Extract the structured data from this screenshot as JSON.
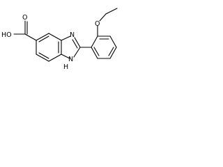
{
  "molecule": {
    "atoms": {
      "hydroxyl": "HO",
      "carbonyl_oxygen": "O",
      "imidazole_nitrogen": "N",
      "nh": "H",
      "nh_nitrogen": "N",
      "ether_oxygen": "O"
    },
    "colors": {
      "bond": "#000000",
      "text": "#000000",
      "background": "#ffffff"
    }
  }
}
